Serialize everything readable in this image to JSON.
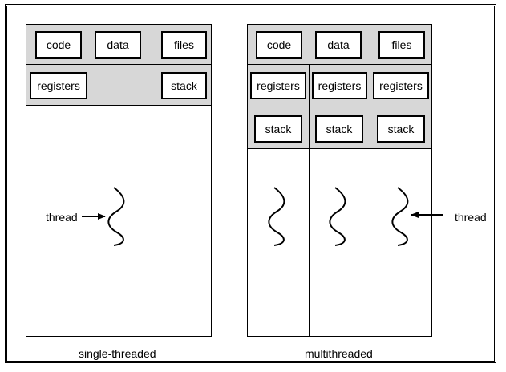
{
  "single": {
    "code": "code",
    "data": "data",
    "files": "files",
    "registers": "registers",
    "stack": "stack",
    "thread_label": "thread",
    "caption": "single-threaded"
  },
  "multi": {
    "code": "code",
    "data": "data",
    "files": "files",
    "columns": [
      {
        "registers": "registers",
        "stack": "stack"
      },
      {
        "registers": "registers",
        "stack": "stack"
      },
      {
        "registers": "registers",
        "stack": "stack"
      }
    ],
    "thread_label": "thread",
    "caption": "multithreaded"
  },
  "colors": {
    "shared_region": "#d7d7d7",
    "outline": "#000000"
  }
}
